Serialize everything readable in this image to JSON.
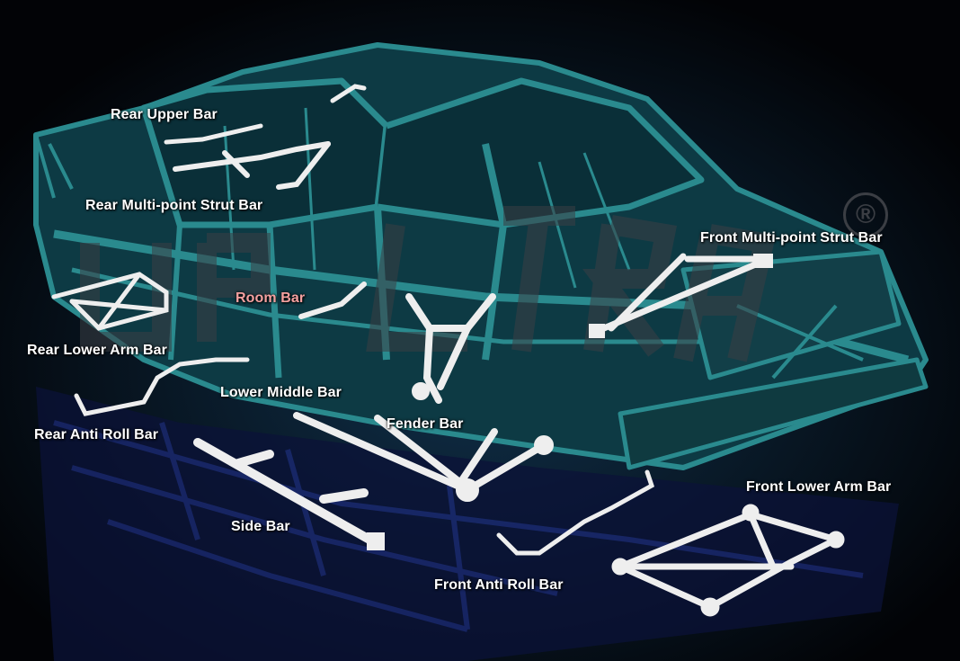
{
  "labels": {
    "rear_upper_bar": "Rear Upper Bar",
    "rear_multipoint_strut_bar": "Rear Multi-point Strut Bar",
    "front_multipoint_strut_bar": "Front Multi-point Strut Bar",
    "room_bar": "Room Bar",
    "rear_lower_arm_bar": "Rear Lower Arm Bar",
    "lower_middle_bar": "Lower Middle Bar",
    "rear_anti_roll_bar": "Rear Anti Roll Bar",
    "fender_bar": "Fender Bar",
    "side_bar": "Side Bar",
    "front_lower_arm_bar": "Front Lower Arm Bar",
    "front_anti_roll_bar": "Front Anti Roll Bar"
  },
  "registered_mark": "®",
  "colors": {
    "background": "#020306",
    "chassis": "#2a8a8e",
    "chassis_shadow": "#1a2a6a",
    "bar_parts": "#eeeeee",
    "label_text": "#ffffff",
    "room_bar_label": "#f4a0a0",
    "watermark": "#3b3e44"
  }
}
